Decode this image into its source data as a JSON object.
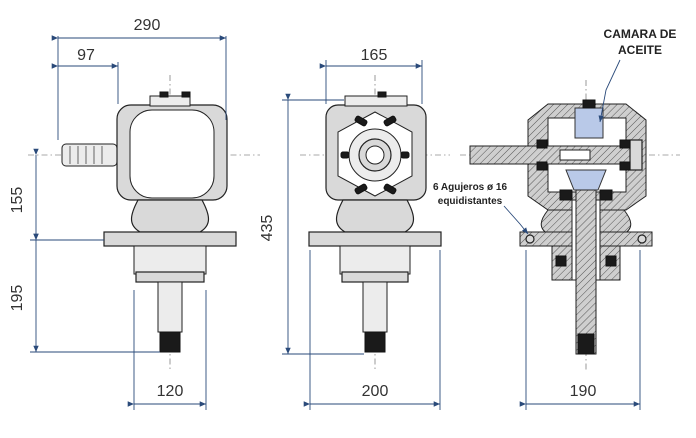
{
  "dimensions": {
    "view1_width_total": "290",
    "view1_shaft_offset": "97",
    "view1_height_upper": "155",
    "view1_height_lower": "195",
    "view1_flange_width": "120",
    "view2_top_width": "165",
    "view2_total_height": "435",
    "view2_flange_width": "200",
    "view3_flange_width": "190"
  },
  "annotations": {
    "oil_chamber_line1": "CAMARA DE",
    "oil_chamber_line2": "ACEITE",
    "holes_line1": "6 Agujeros ø 16",
    "holes_line2": "equidistantes"
  }
}
